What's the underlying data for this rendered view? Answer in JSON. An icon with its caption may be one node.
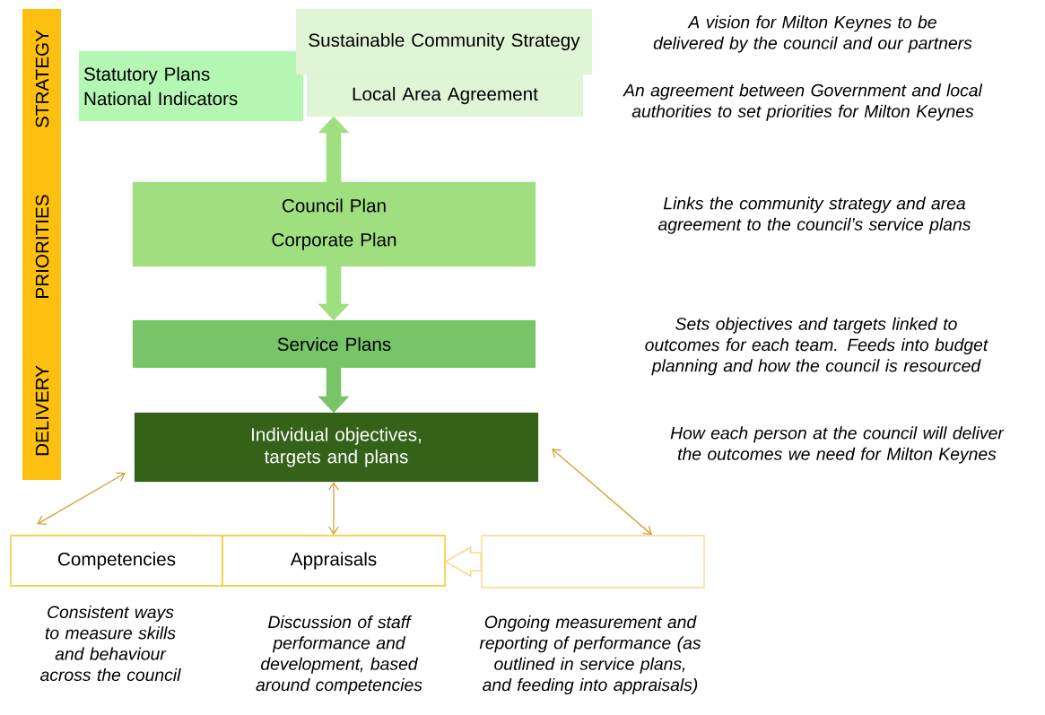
{
  "diagram": {
    "nodes": [
      {
        "text": [
          "Statutory Plans",
          "National Indicators"
        ]
      },
      {
        "text": [
          "Sustainable Community Strategy"
        ]
      },
      {
        "text": [
          "Local Area Agreement"
        ],
        "beside": [
          "An agreement between Government and local authorities to set priorities for Milton Keynes"
        ]
      },
      {
        "text": [
          "Council Plan",
          "Corporate Plan"
        ]
      },
      {
        "text": [
          "Service Plans"
        ]
      },
      {
        "text": [
          "Individual objectives, targets and plans"
        ]
      },
      {
        "text": [
          "Competencies"
        ],
        "beside": [
          "Consistent ways to measure skills and behaviour across the council"
        ]
      },
      {
        "text": [
          "Appraisals"
        ],
        "beside": [
          "Discussion of staff performance and development, based around competencies"
        ]
      },
      {
        "text": [],
        "shape": "box",
        "beside": [
          "Ongoing measurement and reporting of performance (as outlined in service plans, and feeding into appraisals)"
        ]
      }
    ],
    "edges": [
      {
        "from": 3,
        "to": 2,
        "arrow": "to",
        "style": "thick",
        "color": "#a0df7f"
      },
      {
        "from": 3,
        "to": 4,
        "arrow": "to",
        "style": "thick",
        "color": "#a0df7f"
      },
      {
        "from": 4,
        "to": 5,
        "arrow": "to",
        "style": "thick",
        "color": "#78c469"
      },
      {
        "from": 5,
        "to": 6,
        "arrow": "both"
      },
      {
        "from": 5,
        "to": 7,
        "arrow": "both"
      },
      {
        "from": 5,
        "to": 8,
        "arrow": "both"
      },
      {
        "from": 8,
        "to": 7,
        "arrow": "to",
        "style": "thick"
      }
    ],
    "labels": [
      "STRATEGY",
      "PRIORITIES",
      "DELIVERY",
      "A vision for Milton Keynes to be delivered by the council and our partners",
      "Links the  community strategy and area agreement to the council’s service plans",
      "Sets objectives and targets linked to outcomes for each team.  Feeds into budget planning and how the council is resourced",
      "How each person at the council will deliver the outcomes we need for Milton Keynes"
    ]
  }
}
